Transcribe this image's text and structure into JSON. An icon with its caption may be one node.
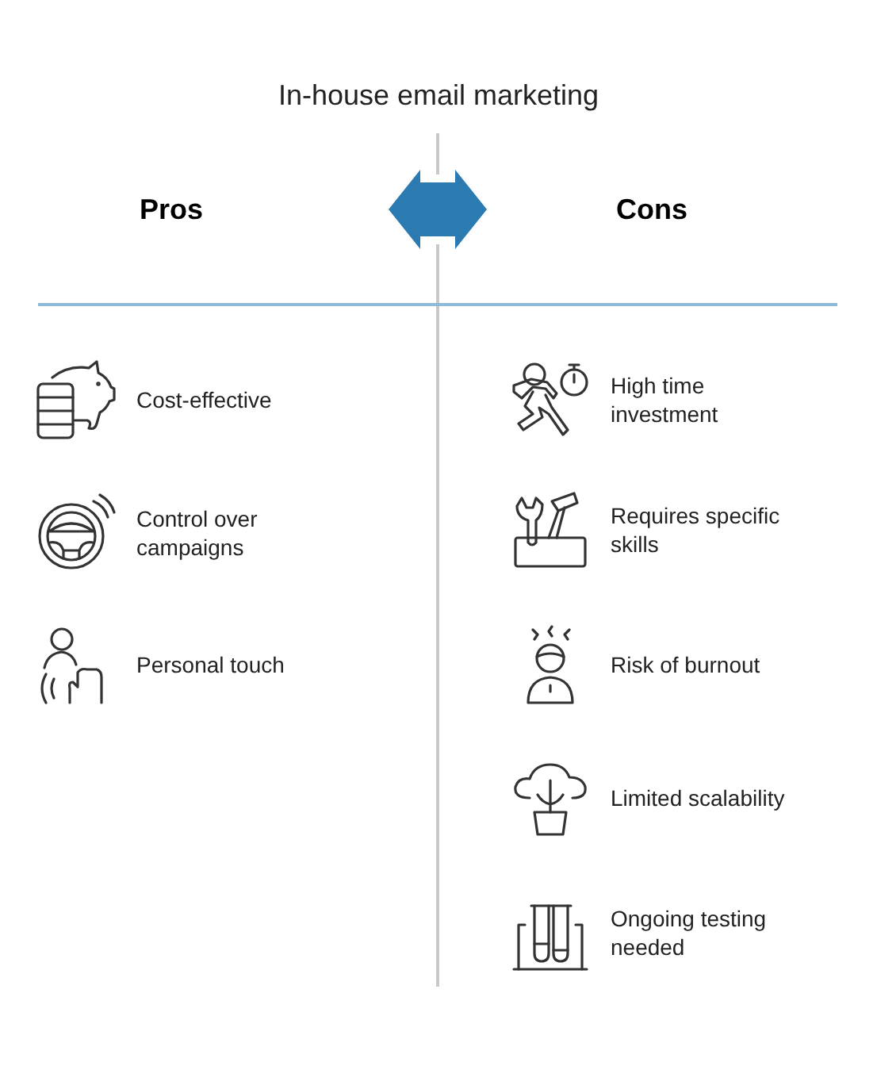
{
  "diagram": {
    "title": "In-house email marketing",
    "labels": [
      "Pros",
      "Cons",
      "Cost-effective",
      "Control over campaigns",
      "Personal touch",
      "High time investment",
      "Requires specific skills",
      "Risk of burnout",
      "Limited scalability",
      "Ongoing testing needed"
    ]
  }
}
